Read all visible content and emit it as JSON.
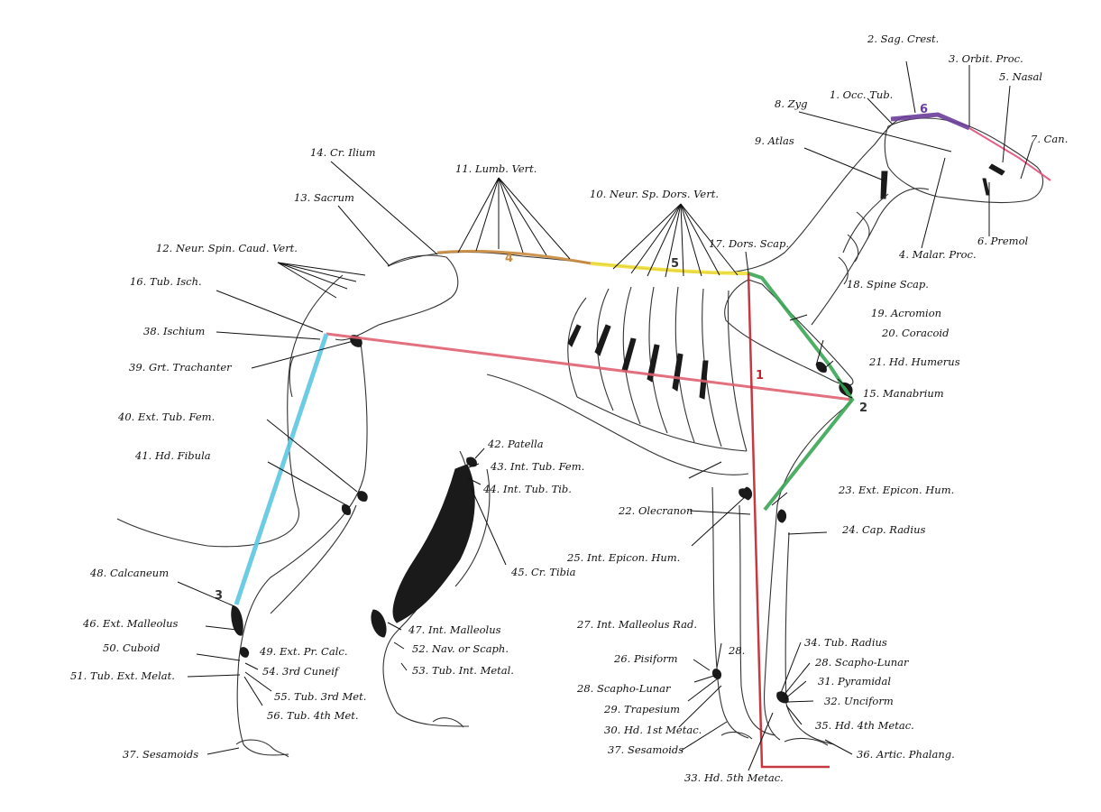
{
  "labels": {
    "l1": "1. Occ. Tub.",
    "l2": "2. Sag. Crest.",
    "l3": "3. Orbit. Proc.",
    "l4": "4. Malar. Proc.",
    "l5": "5. Nasal",
    "l6": "6. Premol",
    "l7": "7. Can.",
    "l8": "8. Zyg",
    "l9": "9. Atlas",
    "l10": "10. Neur. Sp. Dors. Vert.",
    "l11": "11. Lumb. Vert.",
    "l12": "12. Neur. Spin. Caud. Vert.",
    "l13": "13. Sacrum",
    "l14": "14. Cr. Ilium",
    "l15": "15. Manabrium",
    "l16": "16. Tub. Isch.",
    "l17": "17. Dors. Scap.",
    "l18": "18. Spine Scap.",
    "l19": "19. Acromion",
    "l20": "20. Coracoid",
    "l21": "21. Hd. Humerus",
    "l22": "22. Olecranon",
    "l23": "23. Ext. Epicon. Hum.",
    "l24": "24. Cap. Radius",
    "l25": "25. Int. Epicon. Hum.",
    "l26": "26. Pisiform",
    "l27": "27. Int. Malleolus Rad.",
    "l28a": "28. Scapho-Lunar",
    "l28b": "28. Scapho-Lunar",
    "l29": "29. Trapesium",
    "l30": "30. Hd. 1st Metac.",
    "l31": "31. Pyramidal",
    "l32": "32. Unciform",
    "l33": "33. Hd. 5th Metac.",
    "l34": "34. Tub. Radius",
    "l35": "35. Hd. 4th Metac.",
    "l36": "36. Artic. Phalang.",
    "l37a": "37. Sesamoids",
    "l37b": "37. Sesamoids",
    "l38": "38. Ischium",
    "l39": "39. Grt. Trachanter",
    "l40": "40. Ext. Tub. Fem.",
    "l41": "41. Hd. Fibula",
    "l42": "42. Patella",
    "l43": "43. Int. Tub. Fem.",
    "l44": "44. Int. Tub. Tib.",
    "l45": "45. Cr. Tibia",
    "l46": "46. Ext. Malleolus",
    "l47": "47. Int. Malleolus",
    "l48": "48. Calcaneum",
    "l49": "49. Ext. Pr. Calc.",
    "l50": "50. Cuboid",
    "l51": "51. Tub. Ext. Melat.",
    "l52": "52. Nav. or Scaph.",
    "l53": "53. Tub. Int. Metal.",
    "l54": "54. 3rd Cuneif",
    "l55": "55. Tub. 3rd Met.",
    "l56": "56. Tub. 4th Met.",
    "stray28": "28."
  },
  "measure_marks": {
    "m1": "1",
    "m2": "2",
    "m3": "3",
    "m4": "4",
    "m5": "5",
    "m6": "6"
  },
  "colors": {
    "background": "#ffffff",
    "head_line": "#6a3d9a",
    "snout_line": "#e0507a",
    "body_line": "#e06070",
    "scapula_line": "#3aa655",
    "hind_line": "#5cc6e0",
    "dorsal_line": "#f2e03c",
    "lumbar_line": "#c88a3c",
    "vertical_line": "#c0242c"
  }
}
